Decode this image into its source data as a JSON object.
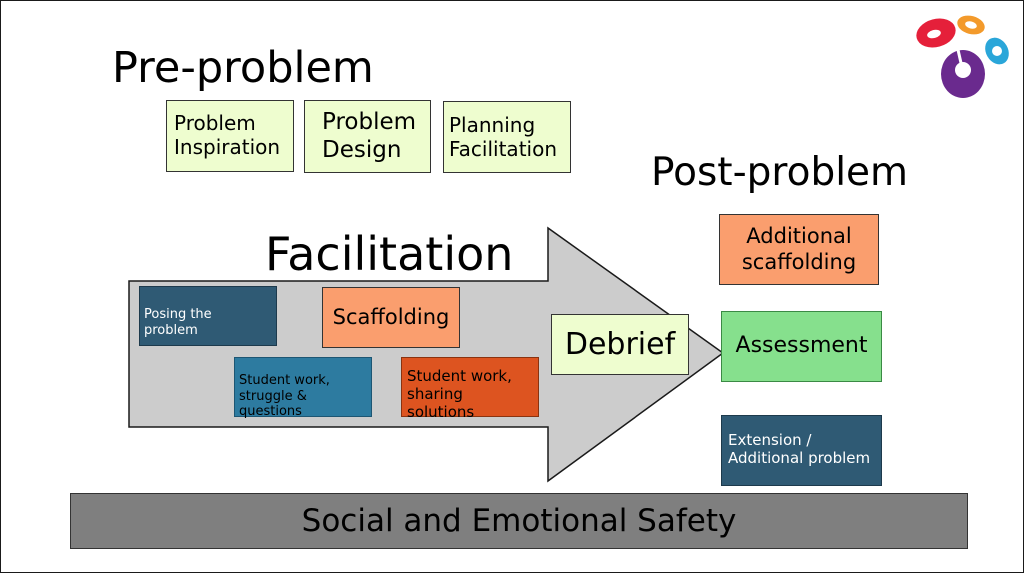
{
  "headings": {
    "pre_problem": "Pre-problem",
    "post_problem": "Post-problem",
    "facilitation": "Facilitation"
  },
  "pre_problem_boxes": [
    {
      "line1": "Problem",
      "line2": "Inspiration"
    },
    {
      "line1": "Problem",
      "line2": "Design"
    },
    {
      "line1": "Planning",
      "line2": "Facilitation"
    }
  ],
  "facilitation_boxes": {
    "posing": "Posing the problem",
    "scaffolding": "Scaffolding",
    "struggle": {
      "line1": "Student work,",
      "line2": "struggle & questions"
    },
    "sharing": {
      "line1": "Student work,",
      "line2": "sharing solutions"
    },
    "debrief": "Debrief"
  },
  "post_problem_boxes": {
    "additional_scaffolding": {
      "line1": "Additional",
      "line2": "scaffolding"
    },
    "assessment": "Assessment",
    "extension": {
      "line1": "Extension /",
      "line2": "Additional problem"
    }
  },
  "foundation": "Social and Emotional Safety",
  "colors": {
    "arrow_fill": "#cccccc",
    "light_green": "#eefdcf",
    "orange": "#fa9e6e",
    "navy": "#2f5a74",
    "teal": "#2d7ba0",
    "red_orange": "#dd5420",
    "green": "#86e08d",
    "foundation_gray": "#7f7f7f",
    "logo_red": "#e5203a",
    "logo_orange": "#f39a2b",
    "logo_blue": "#2aa6d9",
    "logo_purple": "#6a2a8e"
  },
  "icons": [
    "logo-icon"
  ]
}
